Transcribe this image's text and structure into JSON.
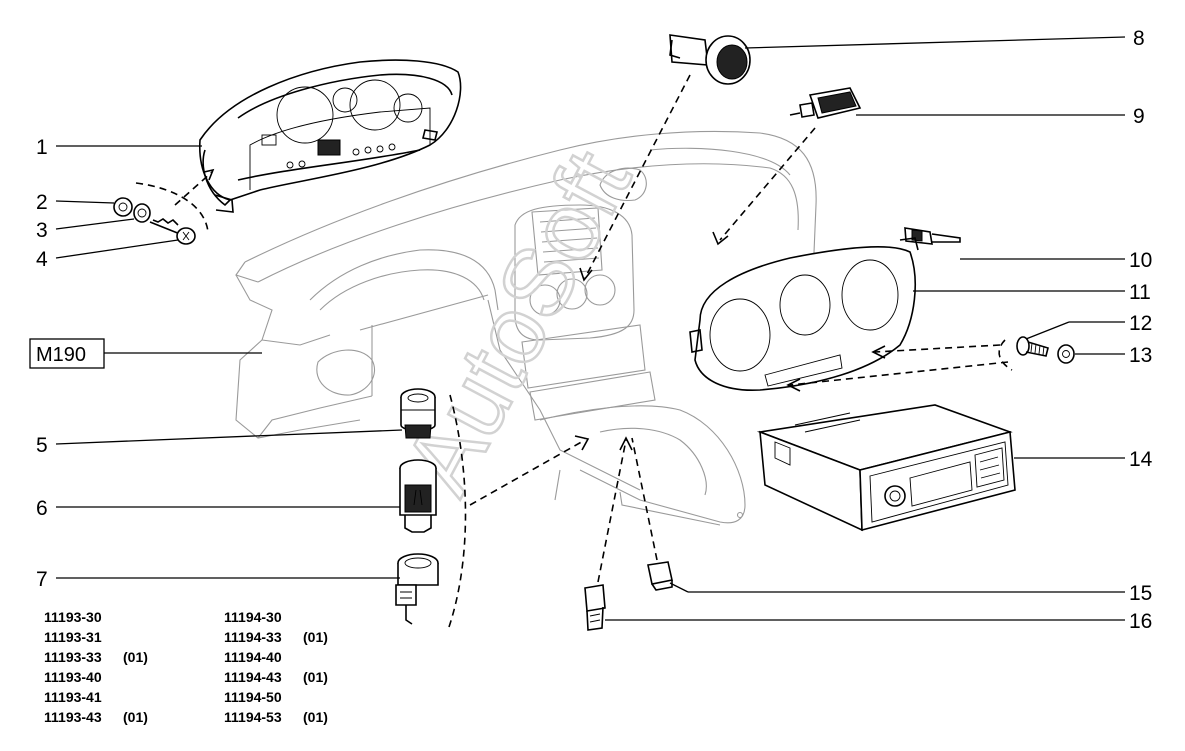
{
  "diagram": {
    "watermark": "AutoSoft",
    "reference_box": "M190",
    "callouts": [
      "1",
      "2",
      "3",
      "4",
      "5",
      "6",
      "7",
      "8",
      "9",
      "10",
      "11",
      "12",
      "13",
      "14",
      "15",
      "16"
    ],
    "model_codes": {
      "left": [
        {
          "code": "11193-30",
          "note": ""
        },
        {
          "code": "11193-31",
          "note": ""
        },
        {
          "code": "11193-33",
          "note": "(01)"
        },
        {
          "code": "11193-40",
          "note": ""
        },
        {
          "code": "11193-41",
          "note": ""
        },
        {
          "code": "11193-43",
          "note": "(01)"
        }
      ],
      "right": [
        {
          "code": "11194-30",
          "note": ""
        },
        {
          "code": "11194-33",
          "note": "(01)"
        },
        {
          "code": "11194-40",
          "note": ""
        },
        {
          "code": "11194-43",
          "note": "(01)"
        },
        {
          "code": "11194-50",
          "note": ""
        },
        {
          "code": "11194-53",
          "note": "(01)"
        }
      ]
    }
  }
}
